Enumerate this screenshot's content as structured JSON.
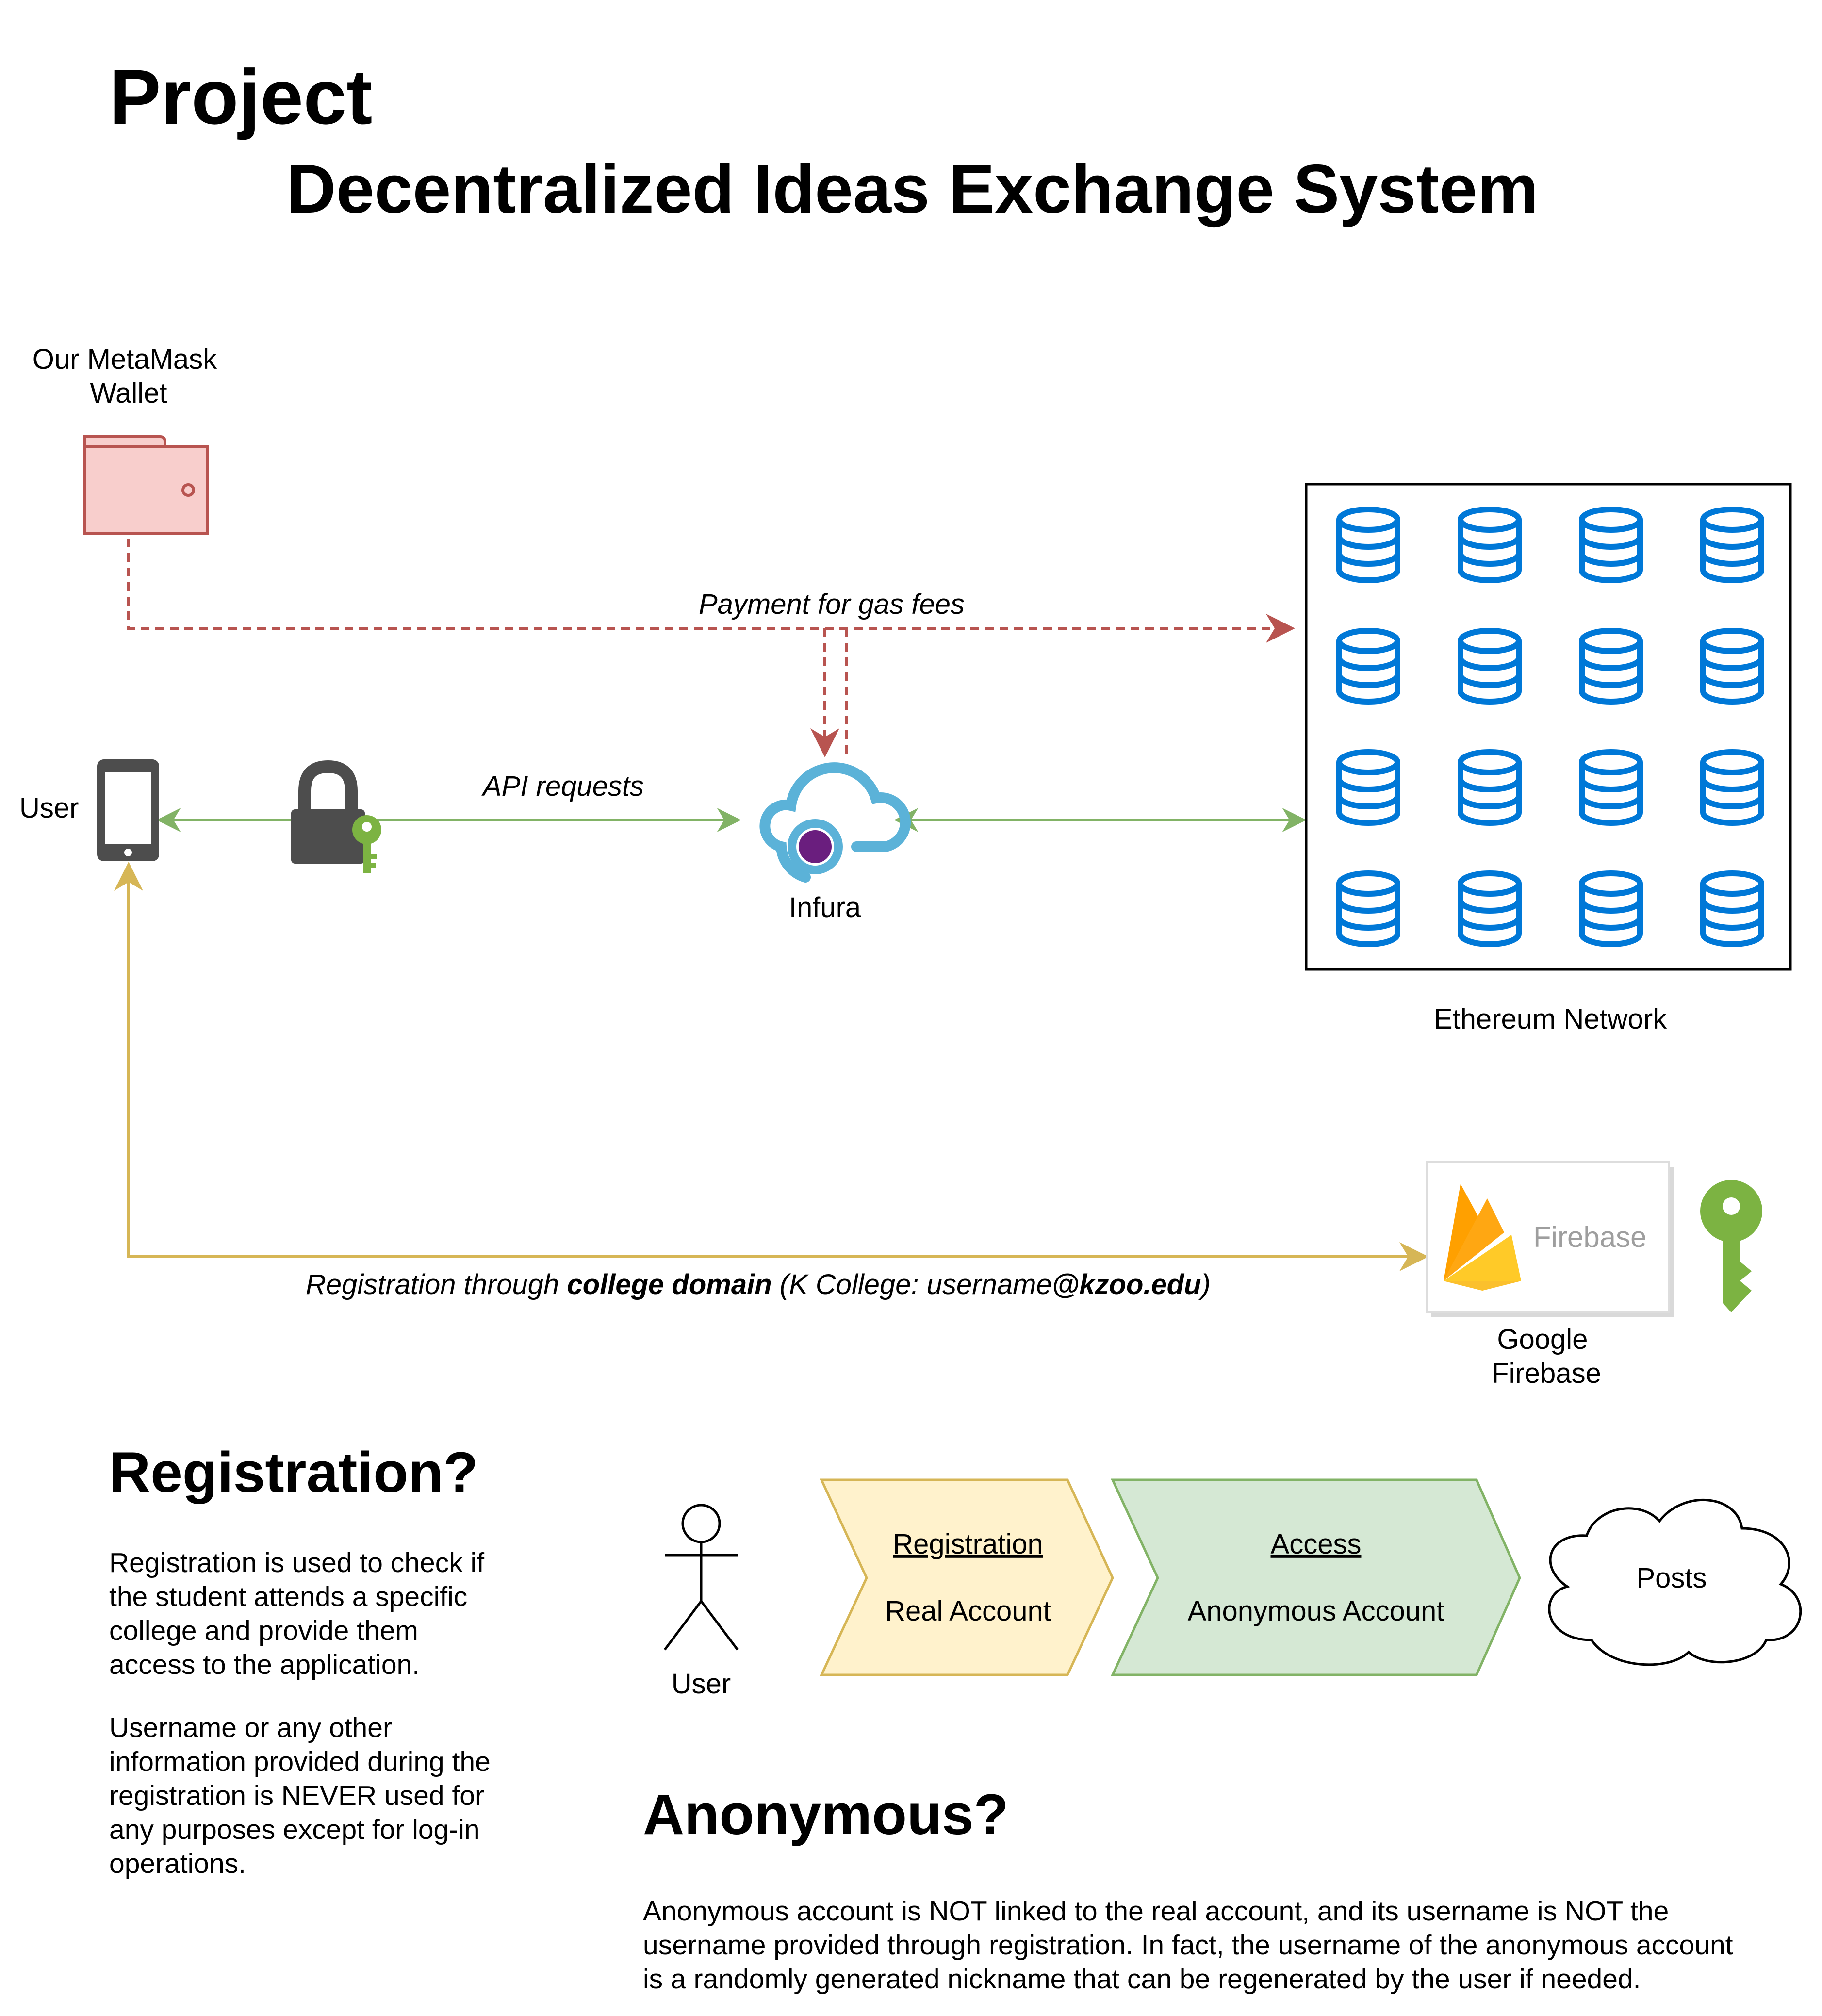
{
  "title": "Project",
  "subtitle": "Decentralized Ideas Exchange System",
  "wallet": {
    "label_lines": [
      "Our MetaMask",
      "Wallet"
    ]
  },
  "user_label": "User",
  "infura_label": "Infura",
  "ethereum_label": "Ethereum Network",
  "edges": {
    "payment": "Payment for gas fees",
    "api": "API requests",
    "registration": {
      "prefix": "Registration through ",
      "bold": "college domain",
      "middle": " (K College: username",
      "bold2": "@kzoo.edu",
      "suffix": ")"
    }
  },
  "firebase": {
    "logo_text": "Firebase",
    "label_lines": [
      "Google",
      "Firebase"
    ]
  },
  "registration_section": {
    "heading": "Registration?",
    "paragraph1_lines": [
      "Registration is used to check if",
      "the student attends a specific",
      "college and provide them",
      "access to the application."
    ],
    "paragraph2_lines": [
      "Username or any other",
      "information provided during the",
      "registration is NEVER used for",
      "any purposes except for log-in",
      "operations."
    ]
  },
  "flow": {
    "actor_label": "User",
    "step1": {
      "title": "Registration",
      "subtitle": "Real Account"
    },
    "step2": {
      "title": "Access",
      "subtitle": "Anonymous Account"
    },
    "cloud_label": "Posts"
  },
  "anonymous_section": {
    "heading": "Anonymous?",
    "lines": [
      "Anonymous account is NOT linked to the real account, and its username is NOT the",
      "username provided through registration. In fact, the username of the anonymous account",
      "is a randomly generated nickname that can be regenerated by the user if needed."
    ]
  },
  "colors": {
    "wallet_fill": "#f8cecc",
    "wallet_stroke": "#b85450",
    "green_edge": "#82b366",
    "red_edge": "#b85450",
    "gold_edge": "#d6b656",
    "database_blue": "#0078d7",
    "registration_fill": "#fff2cc",
    "access_fill": "#d5e8d4",
    "key_green": "#7cb342",
    "infura_blue": "#5bb2d8",
    "infura_purple": "#6a1e7e"
  },
  "icons": [
    "wallet-icon",
    "phone-icon",
    "padlock-key-icon",
    "infura-cloud-icon",
    "database-icon",
    "firebase-logo-icon",
    "key-icon",
    "stick-figure-icon",
    "cloud-shape"
  ]
}
